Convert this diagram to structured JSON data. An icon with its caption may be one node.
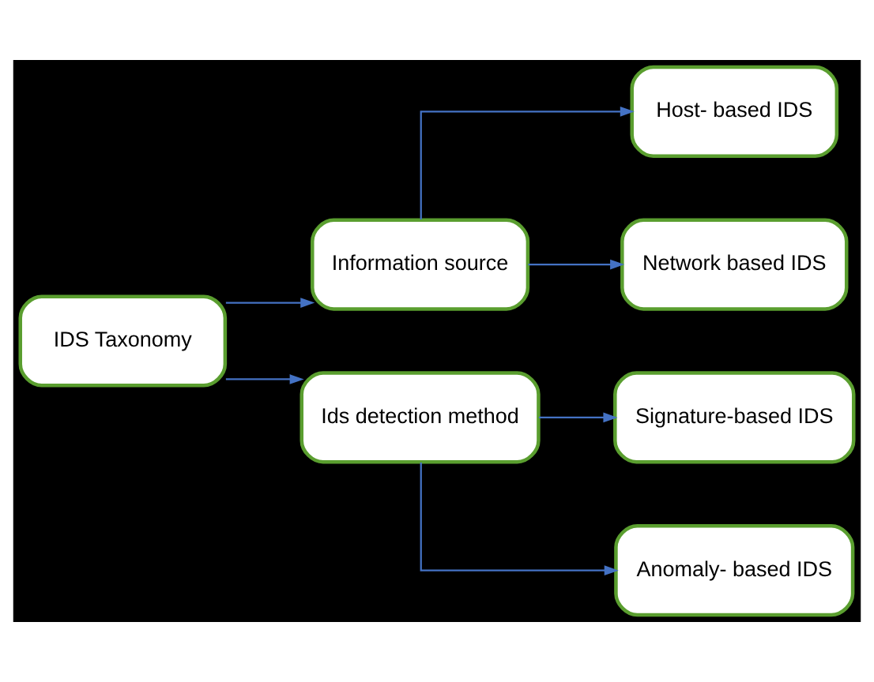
{
  "diagram": {
    "nodes": [
      {
        "text": [
          "IDS Taxonomy"
        ]
      },
      {
        "text": [
          "Information source"
        ]
      },
      {
        "text": [
          "Ids detection method"
        ]
      },
      {
        "text": [
          "Host- based IDS"
        ]
      },
      {
        "text": [
          "Network based IDS"
        ]
      },
      {
        "text": [
          "Signature-based IDS"
        ]
      },
      {
        "text": [
          "Anomaly- based IDS"
        ]
      }
    ],
    "edges": [
      {
        "from": 0,
        "to": 1,
        "arrow": "to"
      },
      {
        "from": 0,
        "to": 2,
        "arrow": "to"
      },
      {
        "from": 1,
        "to": 3,
        "arrow": "to"
      },
      {
        "from": 1,
        "to": 4,
        "arrow": "to"
      },
      {
        "from": 2,
        "to": 5,
        "arrow": "to"
      },
      {
        "from": 2,
        "to": 6,
        "arrow": "to"
      }
    ]
  }
}
